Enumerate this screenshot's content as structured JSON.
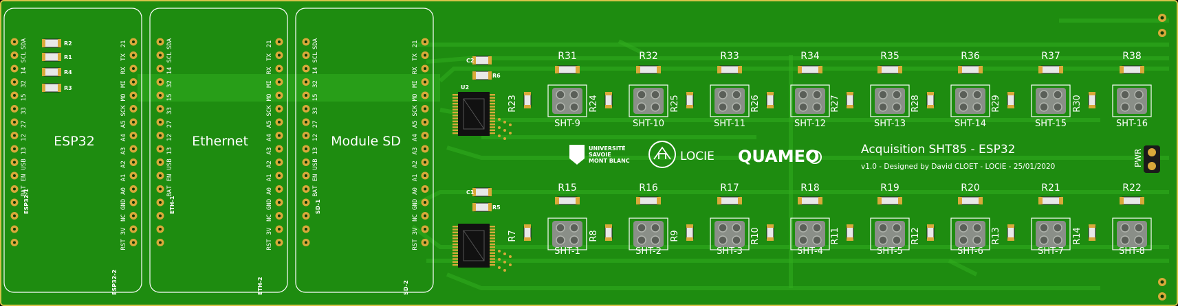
{
  "colors": {
    "board": "#1e8c10",
    "copper": "#2aa318",
    "trace": "#32ad1f",
    "silk": "#ffffff",
    "pad_gold": "#d9a93a",
    "chip": "#111111",
    "sensor_body": "#8a8f88"
  },
  "title": "Acquisition SHT85 - ESP32",
  "credit": "v1.0 - Designed by David CLOET - LOCIE - 25/01/2020",
  "modules": [
    {
      "name": "ESP32",
      "ref": "ESP32-2",
      "sub": "ESP32-1",
      "left_pins": [
        "SDA",
        "SCL",
        "14",
        "32",
        "15",
        "33",
        "27",
        "12",
        "13",
        "USB",
        "EN",
        "BAT"
      ],
      "right_pins": [
        "21",
        "TX",
        "RX",
        "MI",
        "MO",
        "SCK",
        "A5",
        "A4",
        "A3",
        "A2",
        "A1",
        "A0",
        "GND",
        "NC",
        "3V",
        "RST"
      ]
    },
    {
      "name": "Ethernet",
      "ref": "ETH-2",
      "sub": "ETH-1",
      "left_pins": [
        "SDA",
        "SCL",
        "14",
        "32",
        "15",
        "33",
        "27",
        "12",
        "13",
        "USB",
        "EN",
        "BAT"
      ],
      "right_pins": [
        "21",
        "TX",
        "RX",
        "MI",
        "MO",
        "SCK",
        "A5",
        "A4",
        "A3",
        "A2",
        "A1",
        "A0",
        "GND",
        "NC",
        "3V",
        "RST"
      ]
    },
    {
      "name": "Module SD",
      "ref": "SD-2",
      "sub": "SD-1",
      "left_pins": [
        "SDA",
        "SCL",
        "14",
        "32",
        "15",
        "33",
        "27",
        "12",
        "13",
        "USB",
        "EN",
        "BAT"
      ],
      "right_pins": [
        "21",
        "TX",
        "RX",
        "MI",
        "MO",
        "SCK",
        "A5",
        "A4",
        "A3",
        "A2",
        "A1",
        "A0",
        "GND",
        "NC",
        "3V",
        "RST"
      ]
    }
  ],
  "module_resistors": [
    "R2",
    "R1",
    "R4",
    "R3"
  ],
  "chips": {
    "top": {
      "ref": "U2",
      "caps": [
        "C2",
        "R6"
      ]
    },
    "bottom": {
      "ref": "",
      "caps": [
        "C1",
        "R5"
      ]
    }
  },
  "top_row": {
    "pullups": [
      "R31",
      "R32",
      "R33",
      "R34",
      "R35",
      "R36",
      "R37",
      "R38"
    ],
    "series": [
      "R23",
      "R24",
      "R25",
      "R26",
      "R27",
      "R28",
      "R29",
      "R30"
    ],
    "sensors": [
      "SHT-9",
      "SHT-10",
      "SHT-11",
      "SHT-12",
      "SHT-13",
      "SHT-14",
      "SHT-15",
      "SHT-16"
    ]
  },
  "bottom_row": {
    "pullups": [
      "R15",
      "R16",
      "R17",
      "R18",
      "R19",
      "R20",
      "R21",
      "R22"
    ],
    "series": [
      "R7",
      "R8",
      "R9",
      "R10",
      "R11",
      "R12",
      "R13",
      "R14"
    ],
    "sensors": [
      "SHT-1",
      "SHT-2",
      "SHT-3",
      "SHT-4",
      "SHT-5",
      "SHT-6",
      "SHT-7",
      "SHT-8"
    ]
  },
  "logos": {
    "usmb": [
      "UNIVERSITÉ",
      "SAVOIE",
      "MONT BLANC"
    ],
    "locie": "LOCIE",
    "quameo": "QUAMEO"
  },
  "power_label": "PWR"
}
